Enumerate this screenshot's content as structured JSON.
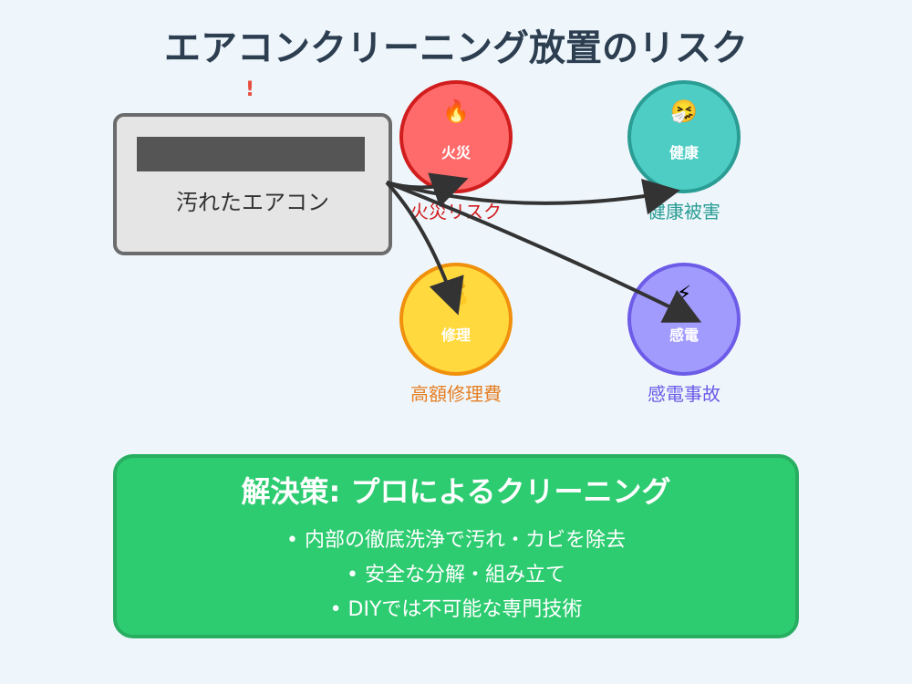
{
  "title": "エアコンクリーニング放置のリスク",
  "source": {
    "warning_icon": "!",
    "label": "汚れたエアコン"
  },
  "risks": [
    {
      "id": "fire",
      "icon": "fire-icon",
      "emoji": "🔥",
      "short": "火災",
      "caption": "火災リスク",
      "color": "#ff6b6b"
    },
    {
      "id": "health",
      "icon": "sneezing-face-icon",
      "emoji": "🤧",
      "short": "健康",
      "caption": "健康被害",
      "color": "#4ecdc4"
    },
    {
      "id": "repair",
      "icon": "money-bag-icon",
      "emoji": "💰",
      "short": "修理",
      "caption": "高額修理費",
      "color": "#ffd93d"
    },
    {
      "id": "shock",
      "icon": "lightning-icon",
      "emoji": "⚡",
      "short": "感電",
      "caption": "感電事故",
      "color": "#a29bfe"
    }
  ],
  "solution": {
    "title": "解決策: プロによるクリーニング",
    "items": [
      "内部の徹底洗浄で汚れ・カビを除去",
      "安全な分解・組み立て",
      "DIYでは不可能な専門技術"
    ],
    "color": "#2ecc71"
  }
}
